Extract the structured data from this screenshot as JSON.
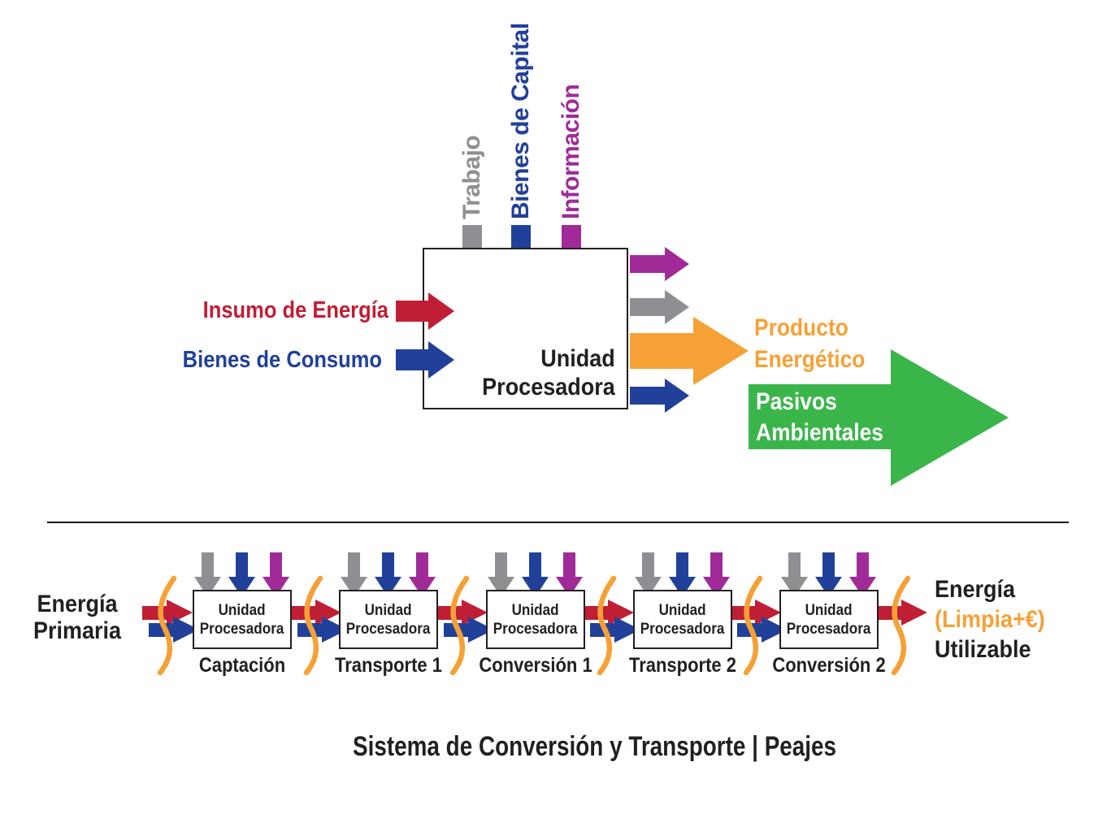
{
  "colors": {
    "red": "#C01E35",
    "blue": "#21409A",
    "gray": "#8F8F93",
    "purple": "#A02B98",
    "orange": "#F6A136",
    "green": "#3AB54A",
    "ink": "#231F20"
  },
  "top": {
    "flow_inputs_top": [
      {
        "label": "Trabajo",
        "color": "#8F8F93"
      },
      {
        "label": "Bienes de Capital",
        "color": "#21409A"
      },
      {
        "label": "Información",
        "color": "#A02B98"
      }
    ],
    "flow_inputs_left": [
      {
        "label": "Insumo de Energía",
        "color": "#C01E35"
      },
      {
        "label": "Bienes de Consumo",
        "color": "#21409A"
      }
    ],
    "processor": {
      "line1": "Unidad",
      "line2": "Procesadora"
    },
    "outputs": {
      "producto_line1": "Producto",
      "producto_line2": "Energético",
      "pasivos_line1": "Pasivos",
      "pasivos_line2": "Ambientales"
    }
  },
  "bottom": {
    "input_line1": "Energía",
    "input_line2": "Primaria",
    "unit_box_line1": "Unidad",
    "unit_box_line2": "Procesadora",
    "units": [
      {
        "name": "Captación"
      },
      {
        "name": "Transporte 1"
      },
      {
        "name": "Conversión 1"
      },
      {
        "name": "Transporte 2"
      },
      {
        "name": "Conversión 2"
      }
    ],
    "output_line1": "Energía",
    "output_line2": "(Limpia+€)",
    "output_line3": "Utilizable",
    "caption": "Sistema de Conversión y Transporte | Peajes"
  }
}
